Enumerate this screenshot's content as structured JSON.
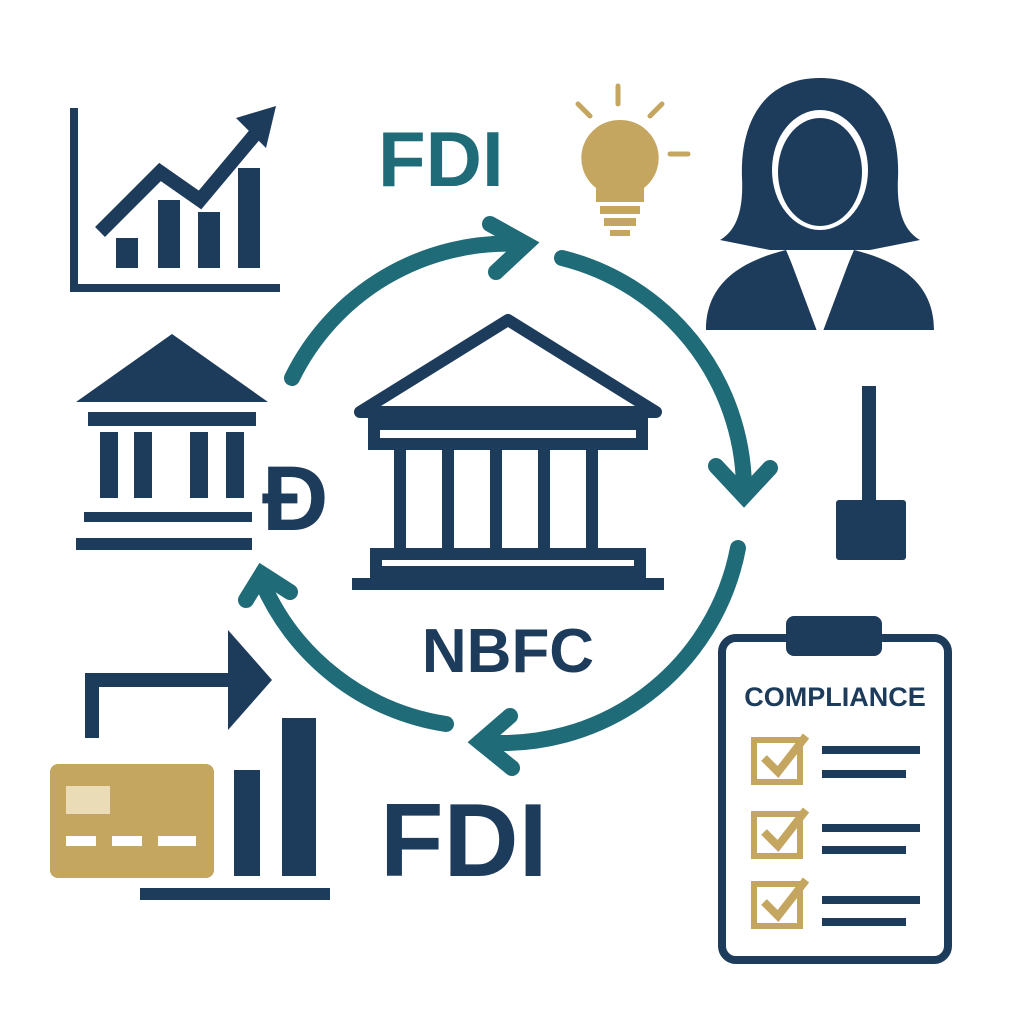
{
  "labels": {
    "top_fdi": "FDI",
    "center": "NBFC",
    "bottom_fdi": "FDI",
    "currency_symbol": "Đ",
    "clipboard_title": "COMPLIANCE"
  },
  "colors": {
    "navy": "#1d3b5a",
    "teal": "#1f6b77",
    "gold": "#c4a660"
  },
  "icons": [
    "growth-chart-icon",
    "lightbulb-icon",
    "businesswoman-icon",
    "bank-icon",
    "currency-icon",
    "cycle-arrows-icon",
    "nbfc-building-icon",
    "gavel-icon",
    "transfer-arrow-icon",
    "credit-card-icon",
    "bar-chart-icon",
    "compliance-clipboard-icon",
    "checkbox-icon"
  ]
}
